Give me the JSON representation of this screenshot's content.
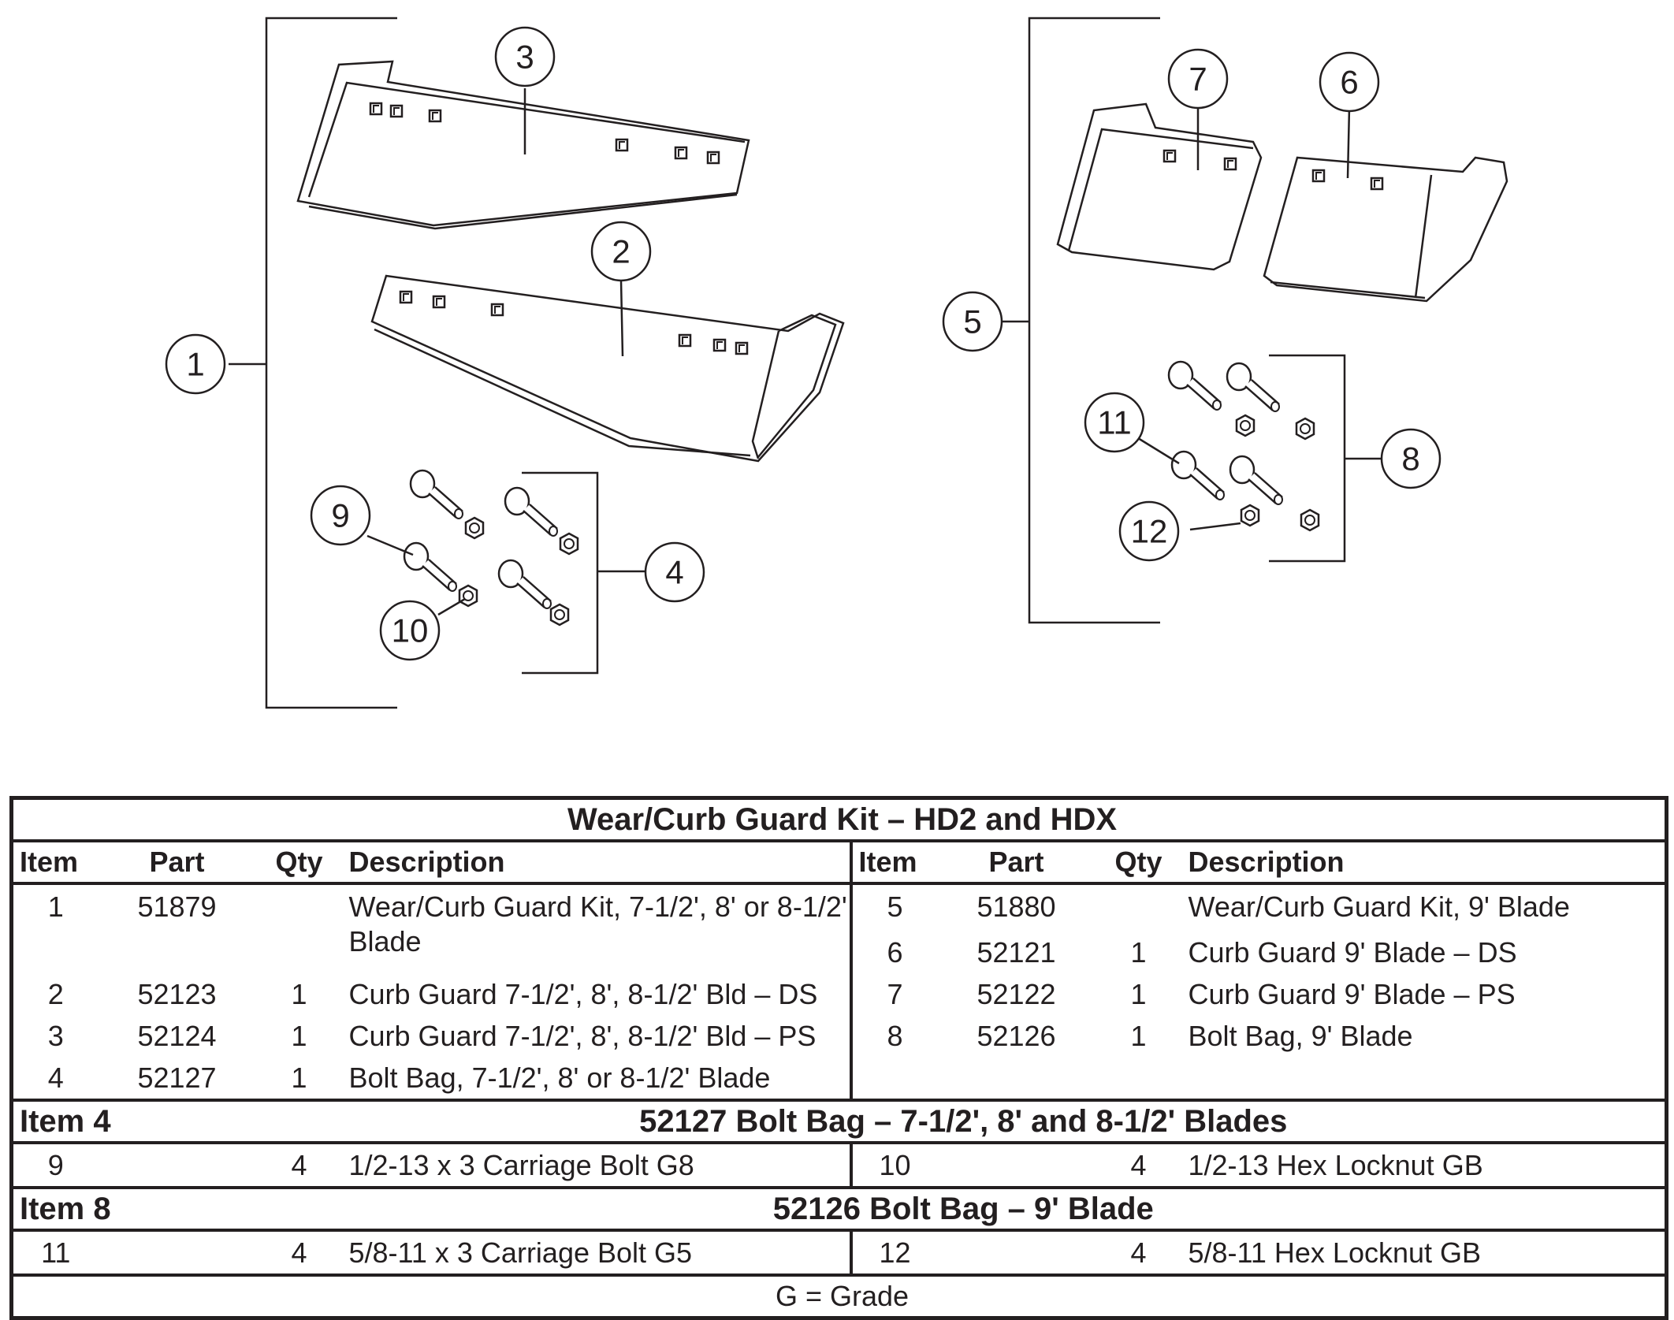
{
  "callouts": {
    "c1": "1",
    "c2": "2",
    "c3": "3",
    "c4": "4",
    "c5": "5",
    "c6": "6",
    "c7": "7",
    "c8": "8",
    "c9": "9",
    "c10": "10",
    "c11": "11",
    "c12": "12"
  },
  "table": {
    "title": "Wear/Curb Guard Kit – HD2 and HDX",
    "headers": {
      "left": [
        "Item",
        "Part",
        "Qty",
        "Description"
      ],
      "right": [
        "Item",
        "Part",
        "Qty",
        "Description"
      ]
    },
    "left_rows": [
      {
        "item": "1",
        "part": "51879",
        "qty": "",
        "description": "Wear/Curb Guard Kit, 7-1/2', 8' or 8-1/2' Blade"
      },
      {
        "item": "2",
        "part": "52123",
        "qty": "1",
        "description": "Curb Guard 7-1/2', 8', 8-1/2' Bld – DS"
      },
      {
        "item": "3",
        "part": "52124",
        "qty": "1",
        "description": "Curb Guard 7-1/2', 8', 8-1/2' Bld – PS"
      },
      {
        "item": "4",
        "part": "52127",
        "qty": "1",
        "description": "Bolt Bag, 7-1/2', 8' or 8-1/2' Blade"
      }
    ],
    "right_rows": [
      {
        "item": "5",
        "part": "51880",
        "qty": "",
        "description": "Wear/Curb Guard Kit, 9' Blade"
      },
      {
        "item": "6",
        "part": "52121",
        "qty": "1",
        "description": "Curb Guard 9' Blade – DS"
      },
      {
        "item": "7",
        "part": "52122",
        "qty": "1",
        "description": "Curb Guard 9' Blade – PS"
      },
      {
        "item": "8",
        "part": "52126",
        "qty": "1",
        "description": "Bolt Bag, 9' Blade"
      }
    ],
    "sections": [
      {
        "label": "Item 4",
        "title": "52127  Bolt Bag – 7-1/2', 8' and 8-1/2' Blades",
        "row": {
          "left": {
            "item": "9",
            "qty": "4",
            "description": "1/2-13 x 3 Carriage Bolt G8"
          },
          "right": {
            "item": "10",
            "qty": "4",
            "description": "1/2-13 Hex Locknut GB"
          }
        }
      },
      {
        "label": "Item 8",
        "title": "52126  Bolt Bag – 9' Blade",
        "row": {
          "left": {
            "item": "11",
            "qty": "4",
            "description": "5/8-11 x 3 Carriage Bolt G5"
          },
          "right": {
            "item": "12",
            "qty": "4",
            "description": "5/8-11 Hex Locknut GB"
          }
        }
      }
    ],
    "note": "G = Grade"
  }
}
